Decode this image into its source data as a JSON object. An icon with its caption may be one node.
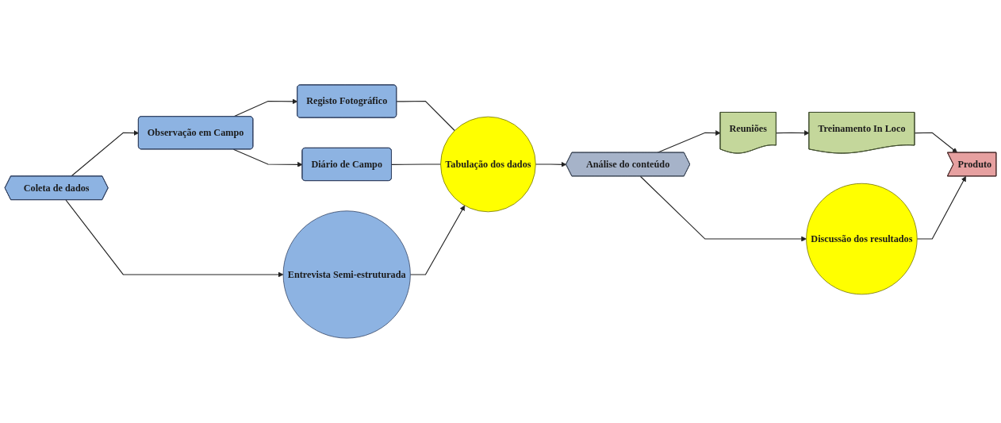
{
  "diagram": {
    "nodes": [
      {
        "text": [
          "Coleta de dados"
        ]
      },
      {
        "text": [
          "Observação em Campo"
        ]
      },
      {
        "text": [
          "Registo Fotográfico"
        ]
      },
      {
        "text": [
          "Diário de Campo"
        ]
      },
      {
        "text": [
          "Entrevista Semi-estruturada"
        ]
      },
      {
        "text": [
          "Tabulação dos dados"
        ]
      },
      {
        "text": [
          "Análise do conteúdo"
        ]
      },
      {
        "text": [
          "Reuniões"
        ]
      },
      {
        "text": [
          "Treinamento In Loco"
        ]
      },
      {
        "text": [
          "Discussão dos resultados"
        ]
      },
      {
        "text": [
          "Produto"
        ]
      }
    ],
    "edges": [
      {
        "from": 0,
        "to": 1,
        "arrow": "to"
      },
      {
        "from": 0,
        "to": 4,
        "arrow": "to"
      },
      {
        "from": 1,
        "to": 2,
        "arrow": "to"
      },
      {
        "from": 1,
        "to": 3,
        "arrow": "to"
      },
      {
        "from": 2,
        "to": 5,
        "arrow": "none"
      },
      {
        "from": 3,
        "to": 5,
        "arrow": "none"
      },
      {
        "from": 4,
        "to": 5,
        "arrow": "to"
      },
      {
        "from": 5,
        "to": 6,
        "arrow": "to"
      },
      {
        "from": 6,
        "to": 7,
        "arrow": "to"
      },
      {
        "from": 6,
        "to": 9,
        "arrow": "to"
      },
      {
        "from": 7,
        "to": 8,
        "arrow": "to"
      },
      {
        "from": 8,
        "to": 10,
        "arrow": "to"
      },
      {
        "from": 9,
        "to": 10,
        "arrow": "to"
      }
    ]
  }
}
